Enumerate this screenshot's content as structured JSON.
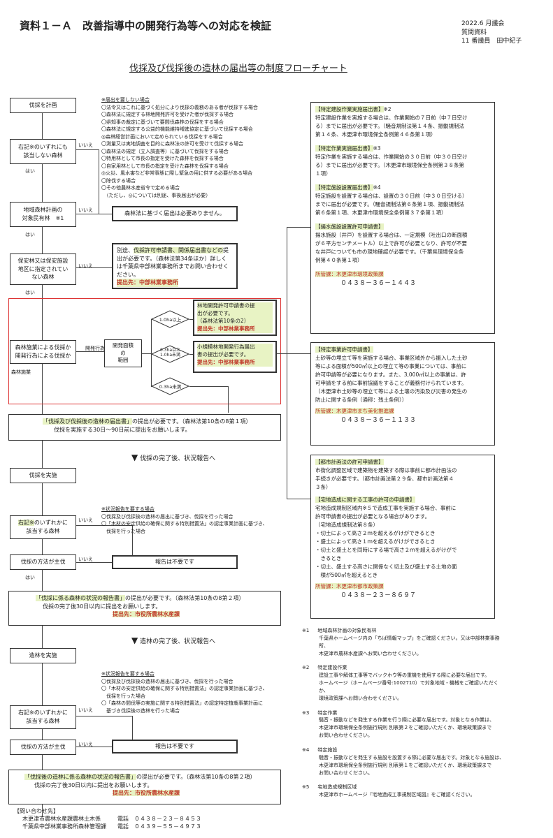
{
  "header": {
    "title": "資料１－Ａ　改善指導中の開発行為等への対応を検証",
    "date": "2022.6 月議会",
    "doc_type": "質問資料",
    "member": "11 番議員　田中紀子"
  },
  "subtitle": "伐採及び伐採後の造林の届出等の制度フローチャート",
  "flow": {
    "start": "伐採を計画",
    "q1": "右記※のいずれにも\n該当しない森林",
    "q2": "地域森林計画の\n対象民有林　※1",
    "q3": "保安林又は保安施設\n地区に指定されてい\nない森林",
    "q4": "森林施業による伐採か\n開発行為による伐採か",
    "q4_left": "森林施業",
    "q4_right": "開発行為",
    "area": "開発面積\nの\n範囲",
    "yes": "はい",
    "no": "いいえ",
    "d1": "1.0ha以上",
    "d2": "0.3ha以上\n1.0ha未満",
    "d3": "0.3ha未満",
    "big_permit": "林地開発許可申請書の提\n出が必要です。\n（森林法第10条の2）",
    "big_dest": "提出先：中部林業事務所",
    "small_permit": "小規模林地開発行為届出\n書の提出が必要です。",
    "small_dest": "提出先：中部林業事務所",
    "no_required": "森林法に基づく届出は必要ありません。",
    "hoan_l1a": "別途、",
    "hoan_l1b": "伐採許可申請書、関係届出書などの",
    "hoan_l1c": "提",
    "hoan_body": "出が必要です。（森林法第34条ほか）詳しく\nは千葉県中部林業事務所までお問い合わせく\nださい。",
    "hoan_dest": "提出先：中部林業事務所",
    "notify_title": "「伐採及び伐採後の造林の届出書」",
    "notify_rest": "の提出が必要です。（森林法第10条の8第１項）",
    "notify_line2": "伐採を実施する30日～90日前に提出をお願いします。",
    "after1": "伐採の完了後、状況報告へ",
    "exec": "伐採を実施",
    "q5a": "右記※",
    "q5b": "のいずれかに\n該当する森林",
    "q6": "伐採の方法が主伐",
    "no_report": "報告は不要です",
    "report1_title": "「伐採に係る森林の状況の報告書」",
    "report1_rest": "の提出が必要です。（森林法第10条の8第２項）",
    "report1_line2": "伐採の完了後30日以内に提出をお願いします。",
    "report1_dest": "提出先：市役所農林水産課",
    "after2": "造林の完了後、状況報告へ",
    "zorin": "造林を実施",
    "q7": "右記※のいずれかに\n該当する森林",
    "q8": "伐採の方法が主伐",
    "report2_title": "「伐採後の造林に係る森林の状況の報告書」",
    "report2_rest": "の提出が必要です。（森林法第10条の8第２項）",
    "report2_line2": "伐採の完了後30日以内に提出をお願いします。",
    "report2_dest": "提出先：市役所農林水産課"
  },
  "note_exempt": {
    "title": "※届出を要しない場合",
    "items": [
      "〇法令又はこれに基づく処分により伐採の義務のある者が伐採する場合",
      "〇森林法に規定する林地開発許可を受けた者が伐採する場合",
      "〇県知事の裁定に基づいて要間伐森林の伐採をする場合",
      "〇森林法に規定する公益的機能維持増進協定に基づいて伐採する場合",
      "◎森林経営計画において定められている伐採をする場合",
      "〇測量又は実地調査を目的に森林法の許可を受けて伐採する場合",
      "〇森林法の規定（立入調査等）に基づいて伐採をする場合",
      "〇特用林として市長の指定を受けた森林を伐採する場合",
      "〇自家用林として市長の指定を受けた森林を伐採する場合",
      "◎火災、風水害など非常事態に際し緊急の用に供する必要がある場合",
      "〇除伐する場合",
      "〇その他農林水産省令で定める場合",
      "　（ただし、◎については別途、事後届出が必要）"
    ]
  },
  "note_report1": {
    "title": "※状況報告を要する場合",
    "items": [
      "〇伐採及び伐採後の造林の届出に基づき、伐採を行った場合",
      "〇「木材の安定供給の確保に関する特別措置法」の認定事業計画に基づき、\n　伐採を行った場合"
    ]
  },
  "note_report2": {
    "title": "※状況報告を要する場合",
    "items": [
      "〇伐採及び伐採後の造林の届出に基づき、伐採を行った場合",
      "〇「木材の安定供給の確保に関する特別措置法」の認定事業計画に基づき、\n　伐採を行った場合",
      "〇「森林の間伐等の実施に関する特別措置法」の認定特定植栽事業計画に\n　基づき伐採後の造林を行った場合"
    ]
  },
  "right1": {
    "s1_title": "【特定建設作業実施届出書】",
    "s1_ref": "※2",
    "s1_body": "特定建設作業を実施する場合は、作業開始の７日前（中７日空け\nる）までに届出が必要です。（騒音規制法第１４条、振動規制法\n第１４条、木更津市環境保全条例第４６条第１項）",
    "s2_title": "【特定作業実施届出書】",
    "s2_ref": "※3",
    "s2_body": "特定作業を実施する場合は、作業開始の３０日前（中３０日空け\nる）までに届出が必要です。（木更津市環境保全条例第３８条第\n１項）",
    "s3_title": "【特定施設設置届出書】",
    "s3_ref": "※4",
    "s3_body": "特定施設を設置する場合は、設置の３０日前（中３０日空ける）\nまでに届出が必要です。（騒音規制法第６条第１項、振動規制法\n第６条第１項、木更津市環境保全条例第３７条第１項）",
    "s4_title": "【揚水施設設置許可申請書】",
    "s4_body": "揚水施設（井戸）を設置する場合は、一定規模（吐出口の断面積\nが６平方センチメートル）以上で許可が必要となり、許可が不要\nな井戸についても市の現地確認が必要です。（千葉県環境保全条\n例第４０条第１項）",
    "dept": "所管課：木更津市環境政策課",
    "tel": "０４３８－３６－１４４３"
  },
  "right2": {
    "title": "【特定事業許可申請書】",
    "body": "土砂等の埋立て等を実施する場合、事業区域外から搬入した土砂\n等による面積が500㎡以上の埋立て等の事業については、事前に\n許可申請等が必要になります。また、3,000㎡以上の事業は、許\n可申請をする前に事前協議をすることが義務付けられています。\n（木更津市土砂等の埋立て等による土壌の汚染及び災害の発生の\n防止に関する条例（通称：残土条例））",
    "dept": "所管課：木更津市まち美化推進課",
    "tel": "０４３８－３６－１１３３"
  },
  "right3": {
    "t1": "【都市計画法の許可申請書】",
    "b1": "市街化調整区域で建築物を建築する際は事前に都市計画法の\n手続きが必要です。（都市計画法第２９条、都市計画法第４\n３条）",
    "t2": "【宅地造成に関する工事の許可の申請書】",
    "b2": "宅地造成規制区域内※５で造成工事を実施する場合、事前に\n許可申請書の提出が必要となる場合があります。\n（宅地造成規制法第８条）\n・切土によって高さ２ｍを超えるがけができるとき\n・盛土によって高さ１ｍを超えるがけができるとき\n・切土と盛土とを同時にする場で高さ２ｍを超えるがけがで\n　きるとき\n・切土、盛土する高さに関係なく切土及び盛土する土地の面\n　積が500㎡を超えるとき",
    "dept": "所管課：木更津市都市政策課",
    "tel": "０４３８－２３－８６９７"
  },
  "footnotes": [
    {
      "no": "※1",
      "title": "地域森林計画の対象民有林",
      "body": "千葉県ホームページ内の「ちば情報マップ」をご確認ください。又は中部林業事務所、\n木更津市農林水産課へお問い合わせください。"
    },
    {
      "no": "※2",
      "title": "特定建設作業",
      "body": "建設工事や解体工事等でバックホウ等の重機を使用する際に必要な届出です。\nホームページ（ホームページ番号:1002710）で対象地域・機械をご確認いただくか、\n環境政策課へお問い合わせください。"
    },
    {
      "no": "※3",
      "title": "特定作業",
      "body": "騒音・振動などを発生する作業を行う際に必要な届出です。対象となる作業は、\n木更津市環境保全条例施行規則 別表第２をご確認いただくか、環境政策課まで\nお問い合わせください。"
    },
    {
      "no": "※4",
      "title": "特定施設",
      "body": "騒音・振動などを発生する施設を設置する際に必要な届出です。対象となる施設は、\n木更津市環境保全条例施行規則 別表第１をご確認いただくか、環境政策課まで\nお問い合わせください。"
    },
    {
      "no": "※5",
      "title": "宅地造成規制区域",
      "body": "木更津市ホームページ『宅地造成工事規制区域図』をご確認ください。"
    }
  ],
  "contact": {
    "title": "【問い合わせ先】",
    "lines": [
      "木更津市農林水産課農林土木係　　　電話　０４３８－２３－８４５３",
      "千葉県中部林業事務所森林管理課　　電話　０４３９－５５－４９７３"
    ]
  }
}
